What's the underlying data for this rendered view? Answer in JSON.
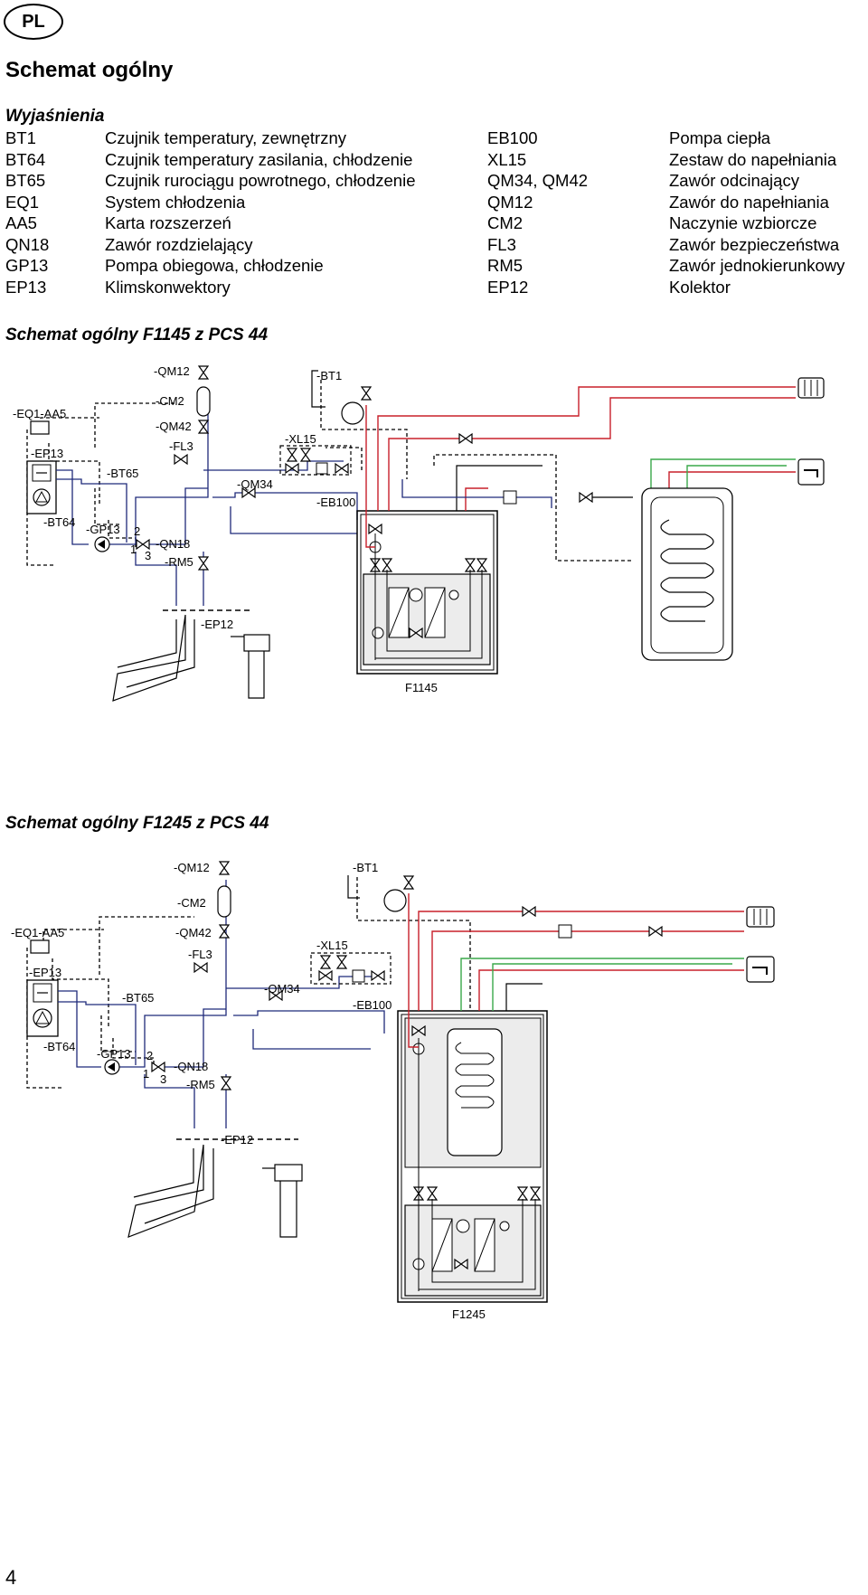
{
  "badge": "PL",
  "title": "Schemat ogólny",
  "legend_title": "Wyjaśnienia",
  "legend": [
    {
      "code": "BT1",
      "desc": "Czujnik temperatury, zewnętrzny",
      "code2": "EB100",
      "desc2": "Pompa ciepła"
    },
    {
      "code": "BT64",
      "desc": "Czujnik temperatury zasilania, chłodzenie",
      "code2": "XL15",
      "desc2": "Zestaw do napełniania"
    },
    {
      "code": "BT65",
      "desc": "Czujnik rurociągu powrotnego, chłodzenie",
      "code2": "QM34, QM42",
      "desc2": "Zawór odcinający"
    },
    {
      "code": "EQ1",
      "desc": "System chłodzenia",
      "code2": "QM12",
      "desc2": "Zawór do napełniania"
    },
    {
      "code": "AA5",
      "desc": "Karta rozszerzeń",
      "code2": "CM2",
      "desc2": "Naczynie wzbiorcze"
    },
    {
      "code": "QN18",
      "desc": "Zawór rozdzielający",
      "code2": "FL3",
      "desc2": "Zawór bezpieczeństwa"
    },
    {
      "code": "GP13",
      "desc": "Pompa obiegowa, chłodzenie",
      "code2": "RM5",
      "desc2": "Zawór jednokierunkowy"
    },
    {
      "code": "EP13",
      "desc": "Klimskonwektory",
      "code2": "EP12",
      "desc2": "Kolektor"
    }
  ],
  "section1": {
    "title": "Schemat ogólny F1145 z PCS 44",
    "labels": {
      "bt1": "-BT1",
      "qm12": "-QM12",
      "cm2": "-CM2",
      "qm42": "-QM42",
      "fl3": "-FL3",
      "xl15": "-XL15",
      "eq1aa5": "-EQ1-AA5",
      "ep13": "-EP13",
      "bt65": "-BT65",
      "qm34": "-QM34",
      "eb100": "-EB100",
      "bt64": "-BT64",
      "gp13": "-GP13",
      "qn18": "-QN18",
      "n2": "2",
      "n1": "1",
      "n3": "3",
      "rm5": "-RM5",
      "ep12": "-EP12",
      "unit": "F1145"
    }
  },
  "section2": {
    "title": "Schemat ogólny F1245 z PCS 44",
    "labels": {
      "bt1": "-BT1",
      "qm12": "-QM12",
      "cm2": "-CM2",
      "qm42": "-QM42",
      "fl3": "-FL3",
      "xl15": "-XL15",
      "eq1aa5": "-EQ1-AA5",
      "ep13": "-EP13",
      "bt65": "-BT65",
      "qm34": "-QM34",
      "eb100": "-EB100",
      "bt64": "-BT64",
      "gp13": "-GP13",
      "qn18": "-QN18",
      "n2": "2",
      "n1": "1",
      "n3": "3",
      "rm5": "-RM5",
      "ep12": "-EP12",
      "unit": "F1245"
    }
  },
  "page_number": "4",
  "colors": {
    "supply": "#c8202a",
    "return": "#1f2a7a",
    "dhw": "#3aa84a",
    "frame": "#000000"
  }
}
